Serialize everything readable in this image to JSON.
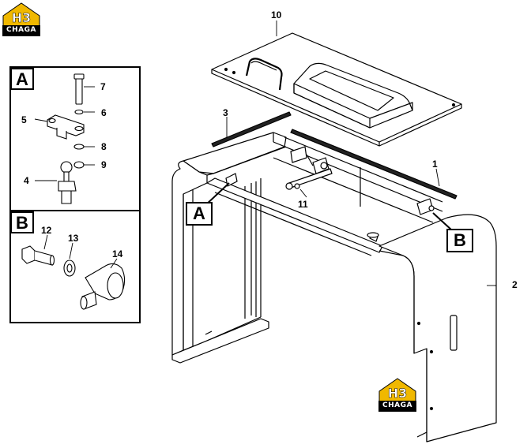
{
  "logo": {
    "mark": "H3",
    "word": "CHAGA",
    "brand_color": "#f0b800"
  },
  "callouts": {
    "a": "A",
    "b": "B"
  },
  "panels": {
    "a": {
      "tag": "A"
    },
    "b": {
      "tag": "B"
    }
  },
  "part_numbers": {
    "p1": "1",
    "p2": "2",
    "p3": "3",
    "p4": "4",
    "p5": "5",
    "p6": "6",
    "p7": "7",
    "p8": "8",
    "p9": "9",
    "p10": "10",
    "p11": "11",
    "p12": "12",
    "p13": "13",
    "p14": "14"
  }
}
